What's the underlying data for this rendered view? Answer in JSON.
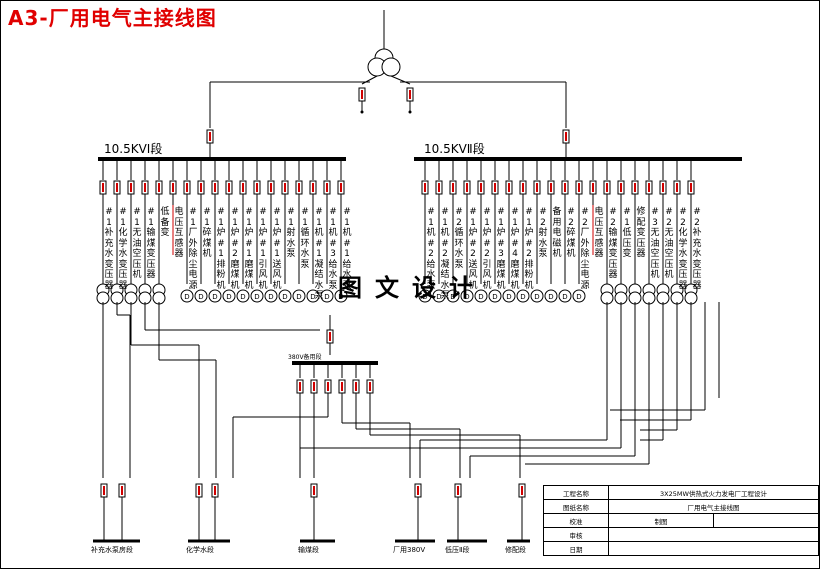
{
  "title": "A3-厂用电气主接线图",
  "bus1_label": "10.5KVⅠ段",
  "bus2_label": "10.5KVⅡ段",
  "bus380_label": "380V备用段",
  "watermark": "图文设计",
  "feeders_left": [
    "#1补充水变压器",
    "#1化学水变压器",
    "#1无油空压机",
    "#1输煤变压器",
    "低备变",
    "电压互感器",
    "#1厂外除尘电源",
    "#1碎煤机",
    "#1炉#1排粉机",
    "#1炉#2磨煤机",
    "#1炉#1磨煤机",
    "#1炉#1引风机",
    "#1炉#1送风机",
    "#1射水泵",
    "#1循环水泵",
    "#1机#1凝结水泵",
    "#1机#3给水泵",
    "#1机#1给水泵"
  ],
  "feeders_right": [
    "#1机#2给水泵",
    "#1机#2凝结水泵",
    "#2循环水泵",
    "#1炉#2送风机",
    "#1炉#2引风机",
    "#1炉#3磨煤机",
    "#1炉#4磨煤机",
    "#1炉#2排粉机",
    "#2射水泵",
    "备用电磁机",
    "#2碎煤机",
    "#2厂外除尘电源",
    "电压互感器",
    "#2输煤变压器",
    "#1低压变",
    "修配变压器",
    "#3无油空压机",
    "#2无油空压机",
    "#2化学水变压器",
    "#2补充水变压器"
  ],
  "bottom_buses": [
    "补充水泵房段",
    "化学水段",
    "输煤段",
    "厂用380V",
    "低压Ⅱ段",
    "修配段"
  ],
  "title_block": {
    "r1_label": "工程名称",
    "r1_value": "3X25MW供热式火力发电厂工程设计",
    "r2_label": "图纸名称",
    "r2_value": "厂用电气主接线图",
    "r3_label": "校准",
    "r3_extra": "制图",
    "r4_label": "审核",
    "r5_label": "日期"
  }
}
